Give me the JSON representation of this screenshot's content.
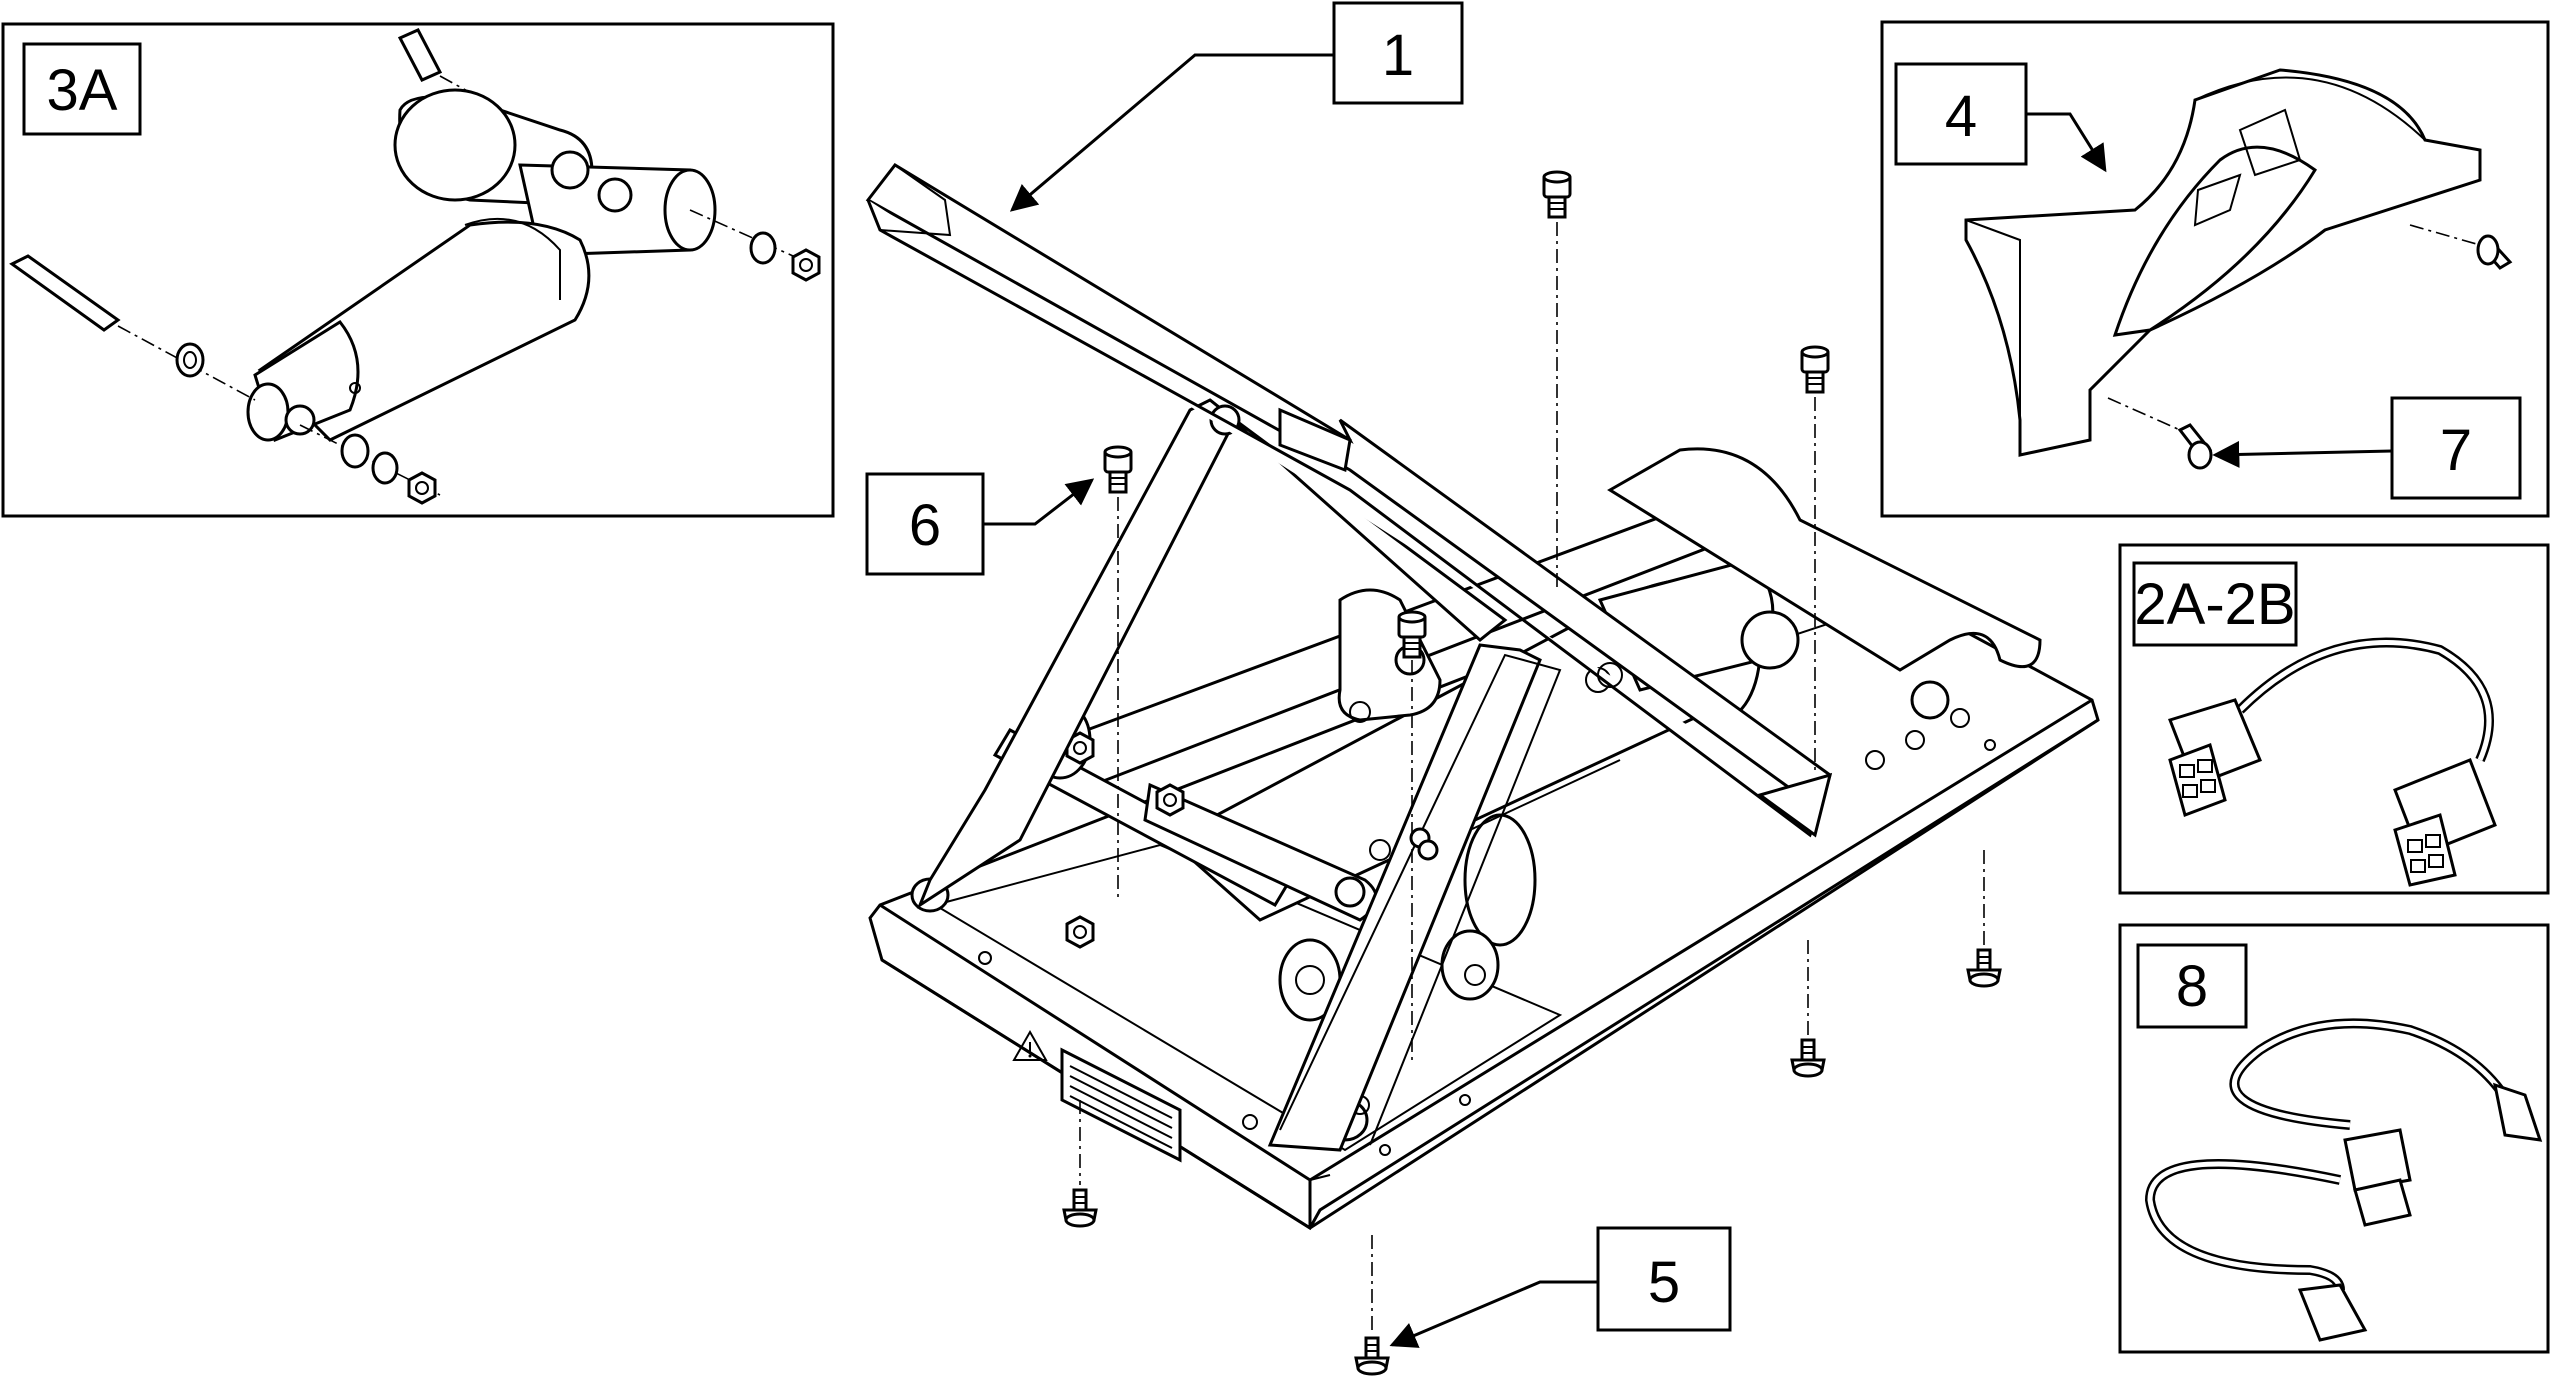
{
  "callouts": {
    "c1": "1",
    "c2": "2A-2B",
    "c3": "3A",
    "c4": "4",
    "c5": "5",
    "c6": "6",
    "c7": "7",
    "c8": "8"
  },
  "icons": {
    "warning": "warning-triangle-icon"
  }
}
